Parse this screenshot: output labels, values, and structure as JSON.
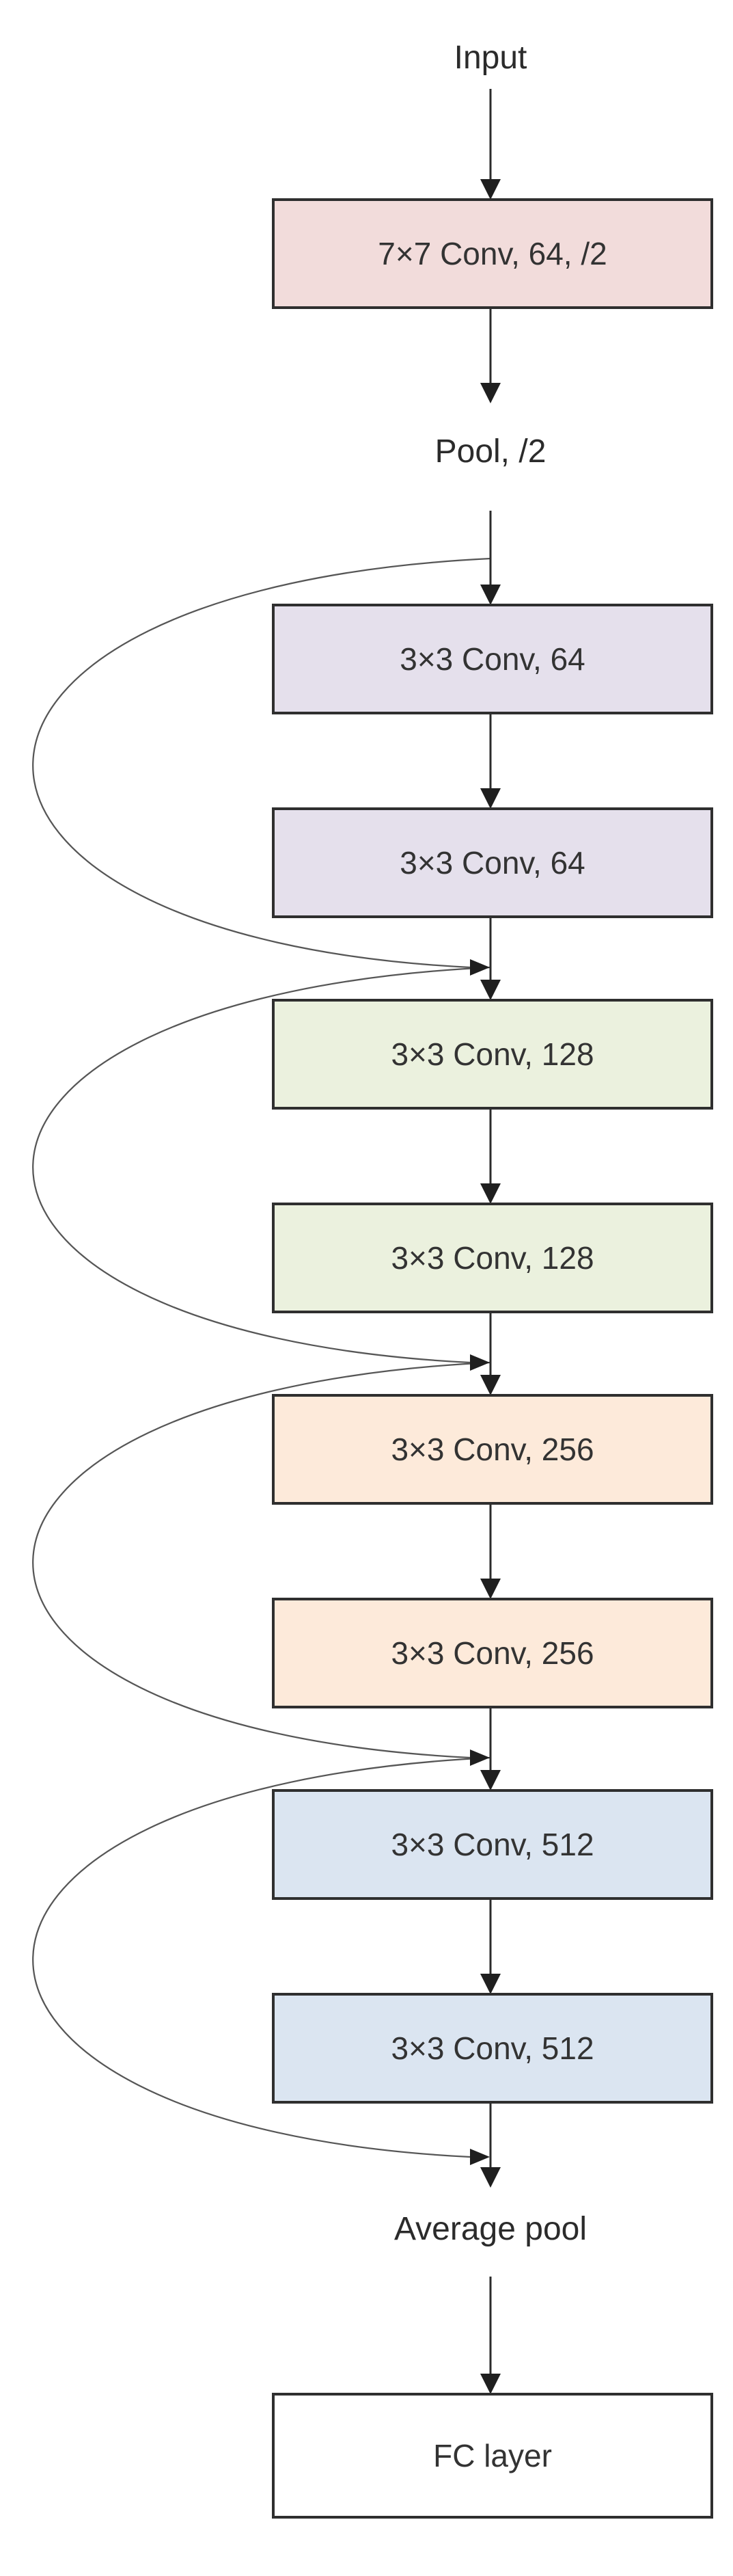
{
  "diagram": {
    "input_label": "Input",
    "pool_label": "Pool, /2",
    "average_pool_label": "Average pool",
    "layers": [
      {
        "label": "7×7 Conv, 64, /2",
        "color": "#f2dcdb"
      },
      {
        "label": "3×3 Conv, 64",
        "color": "#e5e0ec"
      },
      {
        "label": "3×3 Conv, 64",
        "color": "#e5e0ec"
      },
      {
        "label": "3×3 Conv, 128",
        "color": "#ebf1de"
      },
      {
        "label": "3×3 Conv, 128",
        "color": "#ebf1de"
      },
      {
        "label": "3×3 Conv, 256",
        "color": "#fdeada"
      },
      {
        "label": "3×3 Conv, 256",
        "color": "#fdeada"
      },
      {
        "label": "3×3 Conv, 512",
        "color": "#dbe5f1"
      },
      {
        "label": "3×3 Conv, 512",
        "color": "#dbe5f1"
      },
      {
        "label": "FC layer",
        "color": "#ffffff"
      }
    ],
    "skip_connection_count": 4,
    "colors": {
      "box_border": "#2f2f2f",
      "flow_line": "#2b2b2b",
      "skip_line": "#565656",
      "arrowhead": "#1f1f1f",
      "label_text": "#333333",
      "background": "#ffffff"
    }
  }
}
